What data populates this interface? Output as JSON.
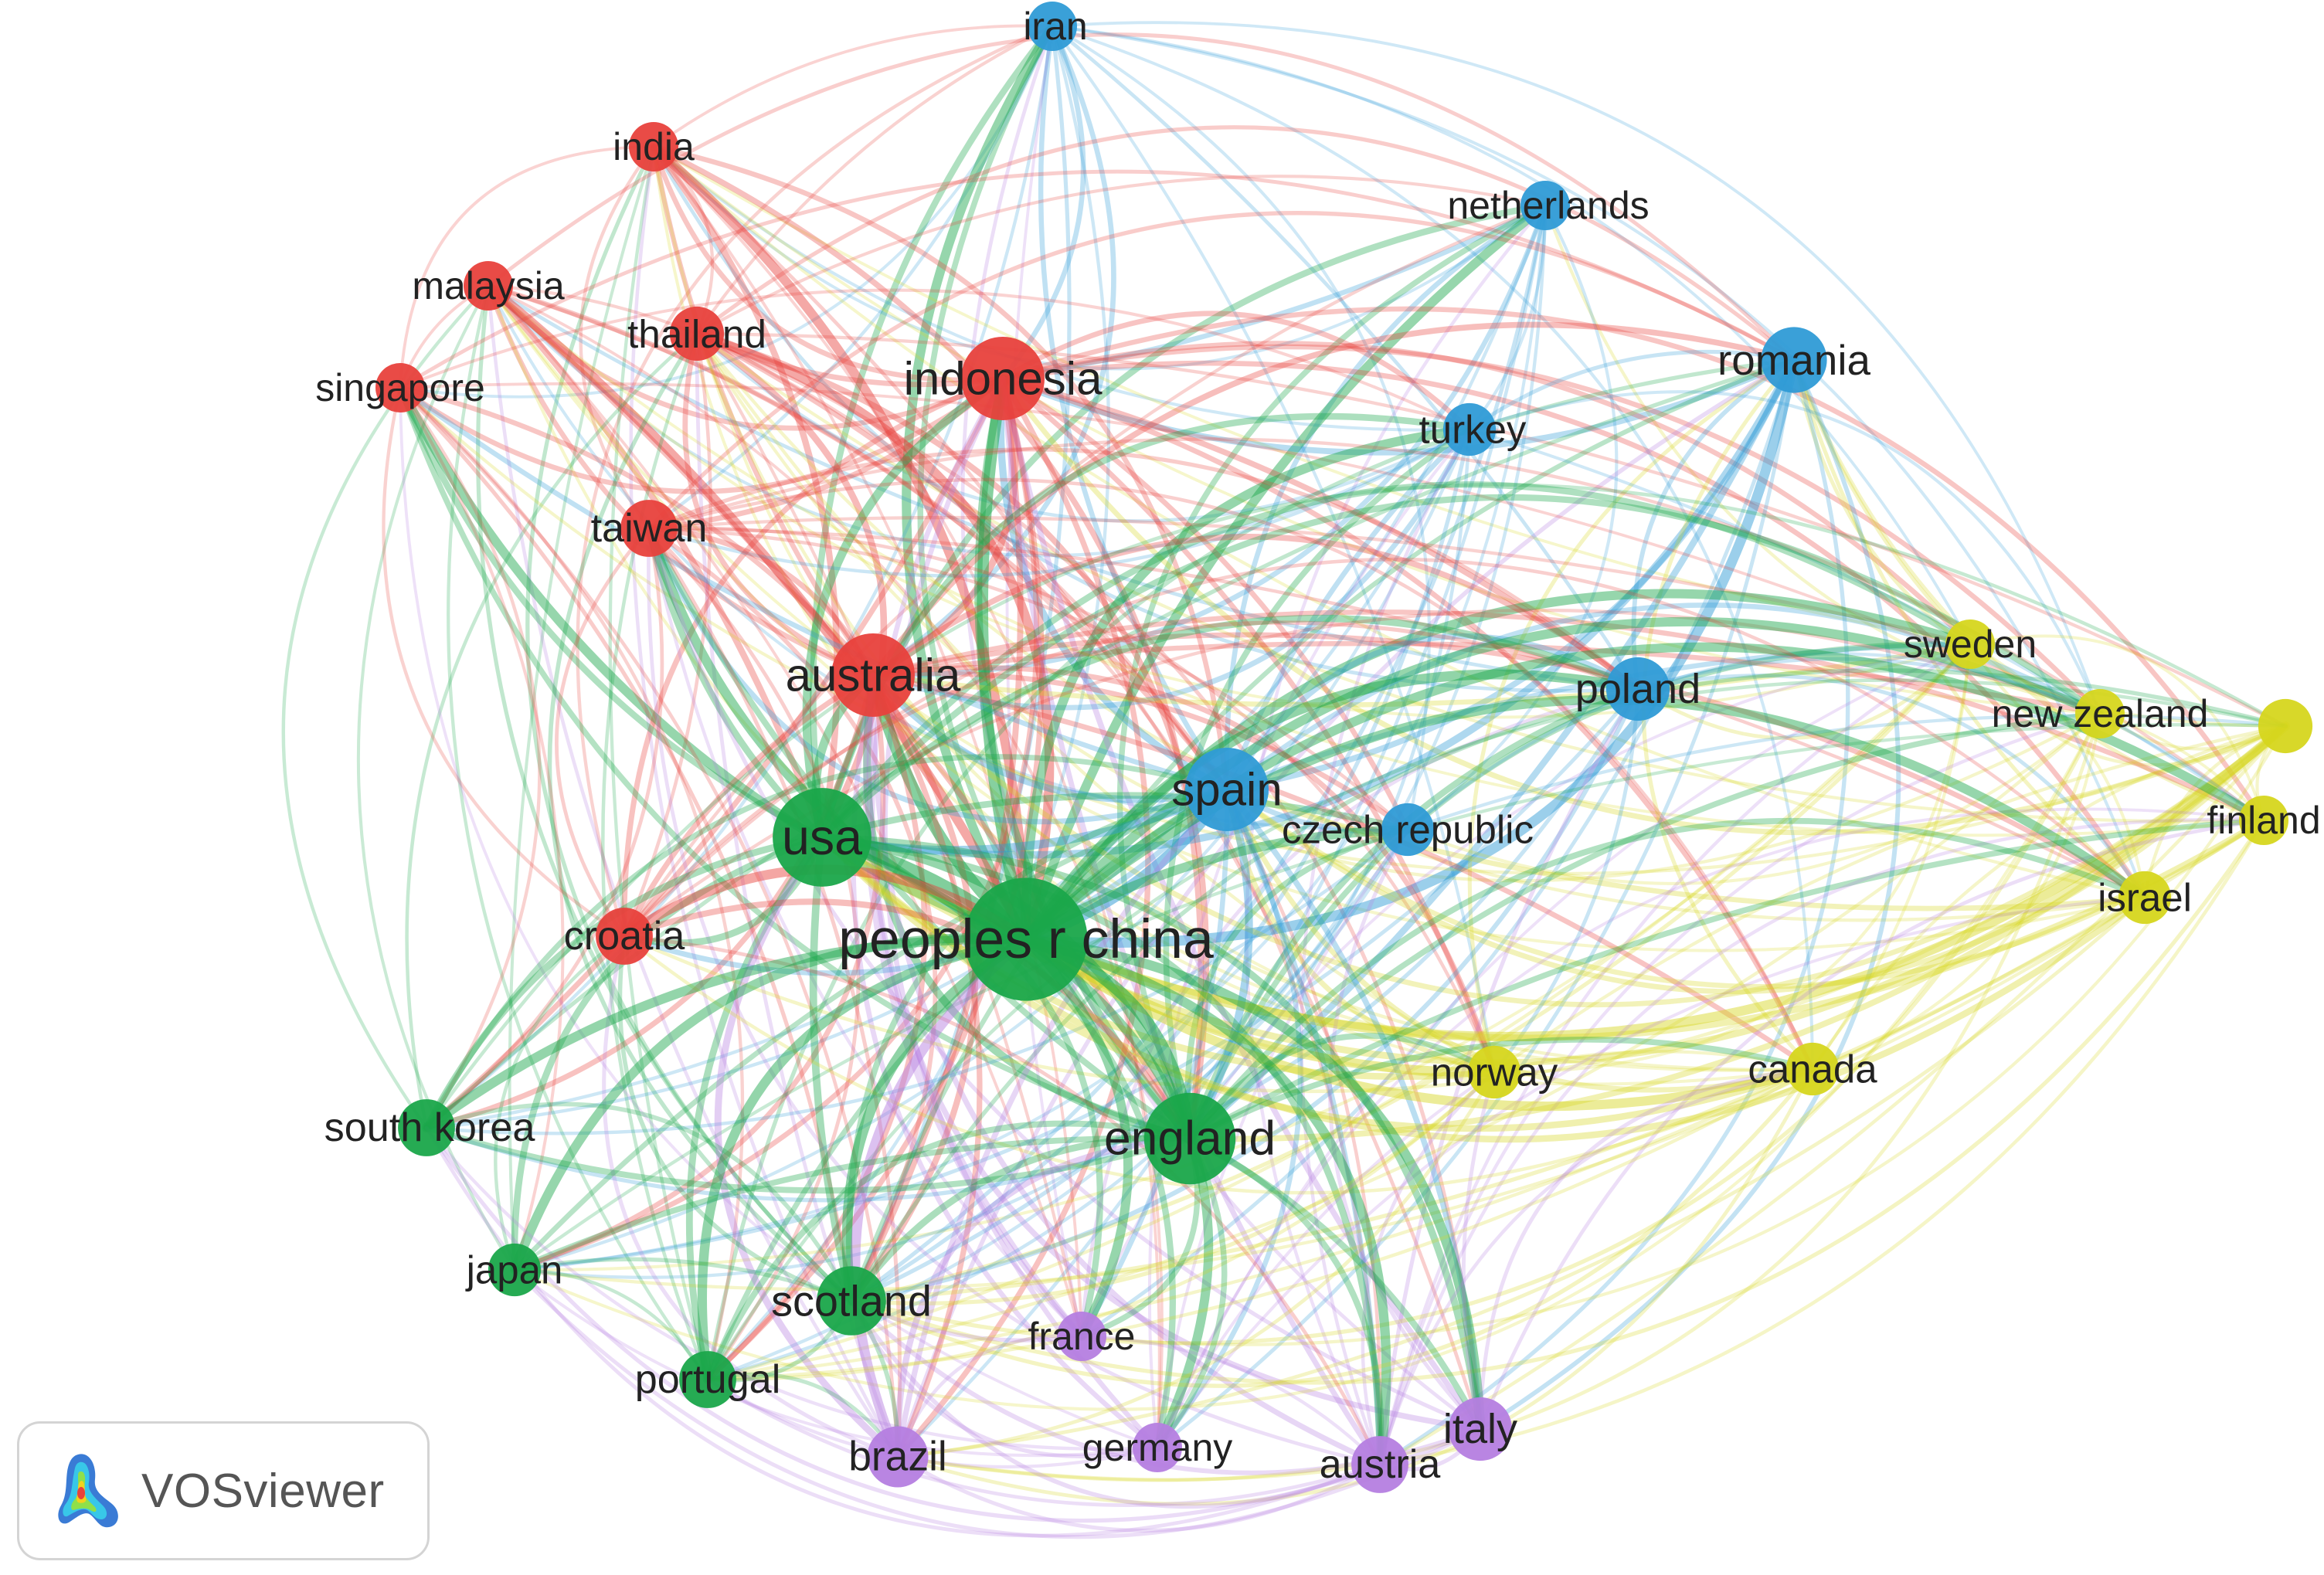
{
  "app": {
    "name": "VOSviewer"
  },
  "palette": {
    "red": "#e8413c",
    "green": "#1aa64a",
    "blue": "#2f9bd6",
    "yellow": "#d6d61e",
    "purple": "#b57ee0"
  },
  "network": {
    "nodes": [
      {
        "id": "iran",
        "label": "iran",
        "cluster": "blue",
        "weight": 1
      },
      {
        "id": "india",
        "label": "india",
        "cluster": "red",
        "weight": 1
      },
      {
        "id": "netherlands",
        "label": "netherlands",
        "cluster": "blue",
        "weight": 1
      },
      {
        "id": "malaysia",
        "label": "malaysia",
        "cluster": "red",
        "weight": 1
      },
      {
        "id": "thailand",
        "label": "thailand",
        "cluster": "red",
        "weight": 1.3
      },
      {
        "id": "indonesia",
        "label": "indonesia",
        "cluster": "red",
        "weight": 4
      },
      {
        "id": "romania",
        "label": "romania",
        "cluster": "blue",
        "weight": 2.2
      },
      {
        "id": "singapore",
        "label": "singapore",
        "cluster": "red",
        "weight": 1
      },
      {
        "id": "turkey",
        "label": "turkey",
        "cluster": "blue",
        "weight": 1.2
      },
      {
        "id": "taiwan",
        "label": "taiwan",
        "cluster": "red",
        "weight": 1.5
      },
      {
        "id": "sweden",
        "label": "sweden",
        "cluster": "yellow",
        "weight": 1
      },
      {
        "id": "australia",
        "label": "australia",
        "cluster": "red",
        "weight": 4
      },
      {
        "id": "poland",
        "label": "poland",
        "cluster": "blue",
        "weight": 2
      },
      {
        "id": "new-zealand",
        "label": "new zealand",
        "cluster": "yellow",
        "weight": 1
      },
      {
        "id": "unlabeled-yellow",
        "label": "",
        "cluster": "yellow",
        "weight": 1.3
      },
      {
        "id": "spain",
        "label": "spain",
        "cluster": "blue",
        "weight": 4
      },
      {
        "id": "czech-republic",
        "label": "czech republic",
        "cluster": "blue",
        "weight": 1.2
      },
      {
        "id": "usa",
        "label": "usa",
        "cluster": "green",
        "weight": 6
      },
      {
        "id": "finland",
        "label": "finland",
        "cluster": "yellow",
        "weight": 1
      },
      {
        "id": "israel",
        "label": "israel",
        "cluster": "yellow",
        "weight": 1.2
      },
      {
        "id": "croatia",
        "label": "croatia",
        "cluster": "red",
        "weight": 1.5
      },
      {
        "id": "peoples-r-china",
        "label": "peoples r china",
        "cluster": "green",
        "weight": 10
      },
      {
        "id": "norway",
        "label": "norway",
        "cluster": "yellow",
        "weight": 1.2
      },
      {
        "id": "canada",
        "label": "canada",
        "cluster": "yellow",
        "weight": 1.2
      },
      {
        "id": "south-korea",
        "label": "south korea",
        "cluster": "green",
        "weight": 1.5
      },
      {
        "id": "england",
        "label": "england",
        "cluster": "green",
        "weight": 5
      },
      {
        "id": "japan",
        "label": "japan",
        "cluster": "green",
        "weight": 1.2
      },
      {
        "id": "scotland",
        "label": "scotland",
        "cluster": "green",
        "weight": 2.5
      },
      {
        "id": "france",
        "label": "france",
        "cluster": "purple",
        "weight": 1
      },
      {
        "id": "portugal",
        "label": "portugal",
        "cluster": "green",
        "weight": 1.5
      },
      {
        "id": "italy",
        "label": "italy",
        "cluster": "purple",
        "weight": 2
      },
      {
        "id": "brazil",
        "label": "brazil",
        "cluster": "purple",
        "weight": 1.8
      },
      {
        "id": "germany",
        "label": "germany",
        "cluster": "purple",
        "weight": 1
      },
      {
        "id": "austria",
        "label": "austria",
        "cluster": "purple",
        "weight": 1.5
      }
    ]
  }
}
